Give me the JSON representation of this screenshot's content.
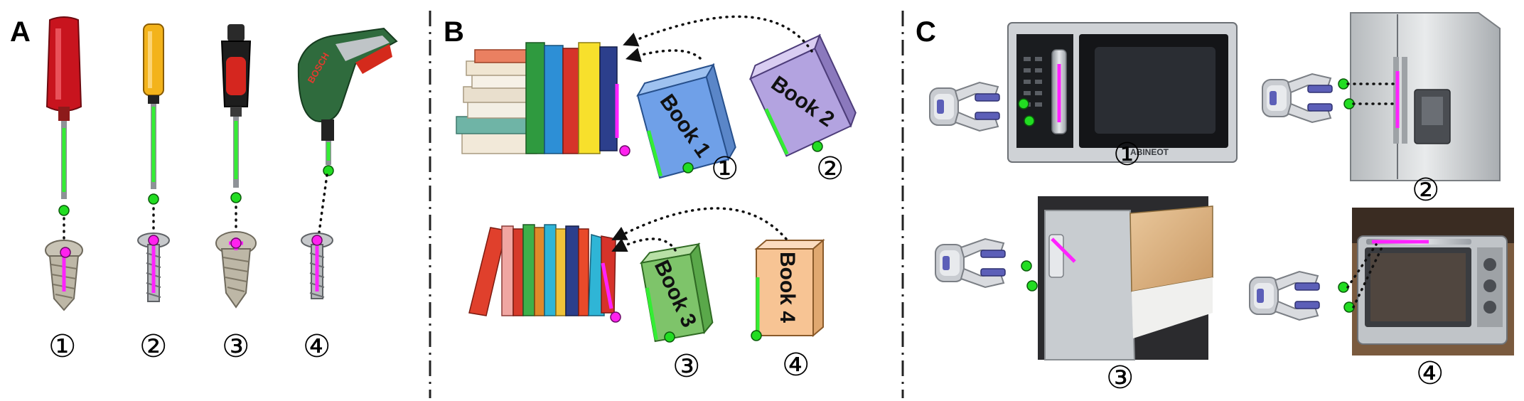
{
  "panels": [
    {
      "label": "A",
      "indices": [
        "①",
        "②",
        "③",
        "④"
      ]
    },
    {
      "label": "B",
      "indices": [
        "①",
        "②",
        "③",
        "④"
      ]
    },
    {
      "label": "C",
      "indices": [
        "①",
        "②",
        "③",
        "④"
      ]
    }
  ],
  "books": [
    "Book 1",
    "Book 2",
    "Book 3",
    "Book 4"
  ],
  "microwave_brand": "ABINEOT",
  "screwdriver_brand": "BOSCH",
  "colors": {
    "contact_point": "#22dd22",
    "target_point": "#ff22ee",
    "divider": "#222222"
  }
}
